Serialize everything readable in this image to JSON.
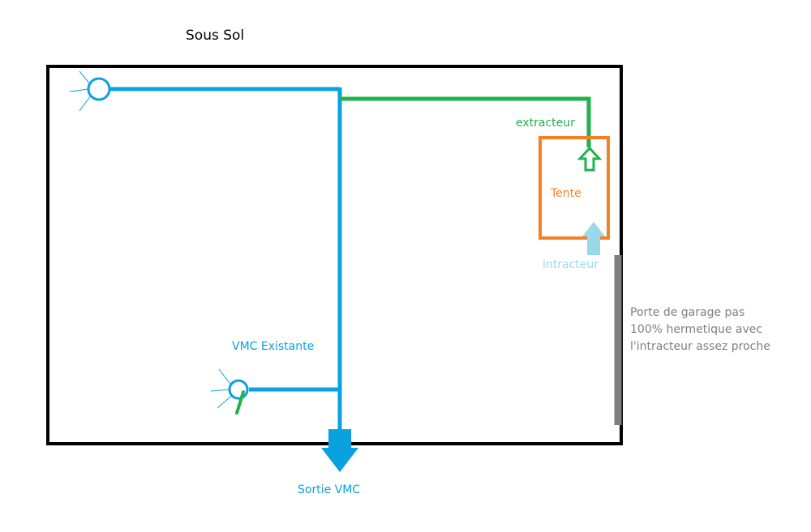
{
  "title": "Sous Sol",
  "labels": {
    "extracteur": "extracteur",
    "tente": "Tente",
    "intracteur": "intracteur",
    "vmc_existante": "VMC Existante",
    "sortie_vmc": "Sortie VMC",
    "garage_line1": "Porte de garage pas",
    "garage_line2": "100% hermetique avec",
    "garage_line3": "l'intracteur assez proche"
  },
  "colors": {
    "wall": "#000000",
    "vmc_duct": "#0aa1e0",
    "extractor": "#22b14c",
    "tent": "#f58024",
    "intake": "#99d9ea",
    "garage_door": "#7f7f7f",
    "garage_text": "#7f7f7f"
  }
}
